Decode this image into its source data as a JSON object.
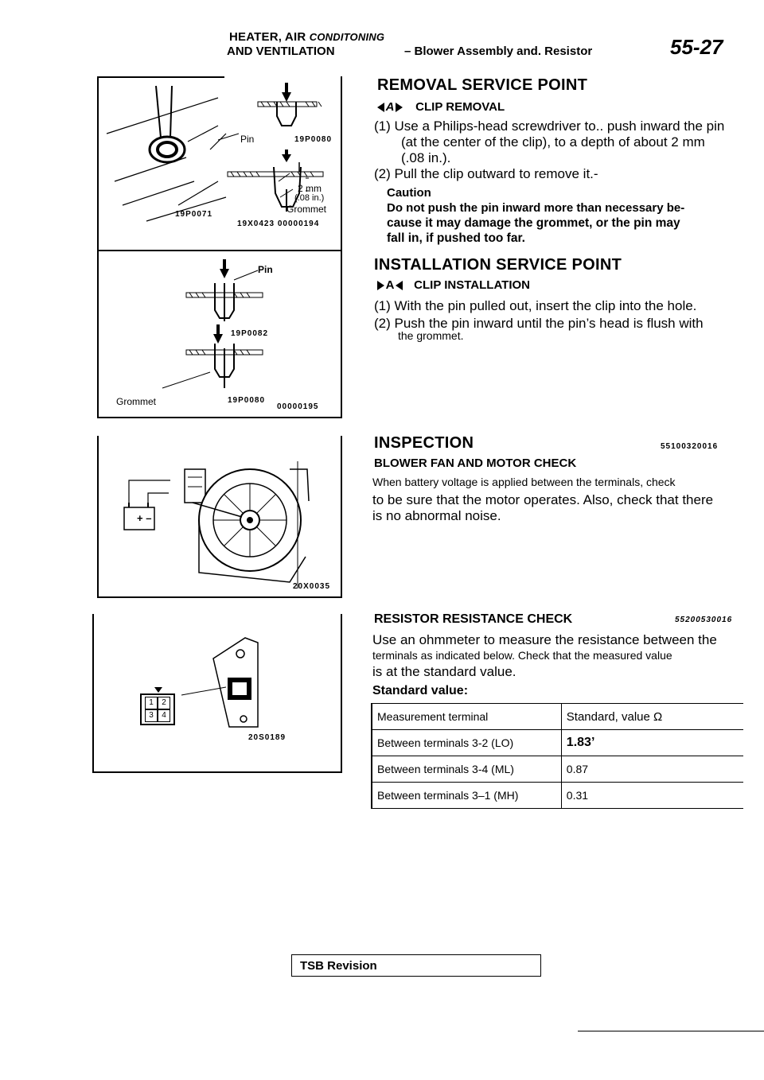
{
  "header": {
    "line1_prefix": "HEATER, AIR",
    "line1_suffix": "CONDITONING",
    "line2_left": "AND VENTILATION",
    "line2_right": "– Blower Assembly and. Resistor",
    "page_number": "55-27"
  },
  "figures": {
    "fig1": {
      "label_pin": "Pin",
      "code_top": "19P0080",
      "code_left": "19P0071",
      "dim1": "2 mm",
      "dim2": "(.08 in.)",
      "label_grommet": "Grommet",
      "code_bottom": "19X0423  00000194"
    },
    "fig2": {
      "label_pin": "Pin",
      "code_mid": "19P0082",
      "code_bottom": "19P0080",
      "label_grommet": "Grommet",
      "code_corner": "00000195"
    },
    "fig3": {
      "battery": "+  –",
      "code": "20X0035"
    },
    "fig4": {
      "connector": [
        "1",
        "2",
        "3",
        "4"
      ],
      "code": "20S0189"
    }
  },
  "removal": {
    "title": "REMOVAL SERVICE POINT",
    "marker": "A",
    "subtitle": "CLIP REMOVAL",
    "step1_a": "(1) Use a Philips-head screwdriver to.. push inward the pin",
    "step1_b": "(at the center of the clip), to a depth of about 2 mm",
    "step1_c": "(.08 in.).",
    "step2": "(2) Pull the clip outward to  remove it.-",
    "caution_title": "Caution",
    "caution_1": "Do not push the pin inward more than necessary be-",
    "caution_2": "cause it may damage the grommet, or the pin may",
    "caution_3": "fall in, if pushed too far."
  },
  "installation": {
    "title": "INSTALLATION SERVICE POINT",
    "marker": "A",
    "subtitle": "CLIP INSTALLATION",
    "step1": "(1) With the pin pulled out, insert the clip into the hole.",
    "step2_a": "(2) Push the pin inward until the pin’s head is flush with",
    "step2_b": "the grommet."
  },
  "inspection": {
    "title": "INSPECTION",
    "code": "55100320016",
    "subtitle": "BLOWER FAN AND MOTOR CHECK",
    "line1": "When battery voltage is applied between the terminals, check",
    "line2": "to be sure that the motor operates. Also, check that there",
    "line3": "is no abnormal noise."
  },
  "resistor": {
    "title": "RESISTOR RESISTANCE CHECK",
    "code": "55200530016",
    "line1": "Use an ohmmeter to measure the resistance between the",
    "line2": "terminals as indicated below. Check that the measured value",
    "line3": "is at the standard value.",
    "std_label": "Standard value:",
    "table": {
      "headers": [
        "Measurement  terminal",
        "Standard, value Ω"
      ],
      "rows": [
        [
          "Between  terminals  3-2  (LO)",
          "1.83’"
        ],
        [
          "Between  terminals  3-4  (ML)",
          "0.87"
        ],
        [
          "Between  terminals  3–1 (MH)",
          "0.31"
        ]
      ]
    }
  },
  "footer": {
    "tsb": "TSB  Revision"
  }
}
